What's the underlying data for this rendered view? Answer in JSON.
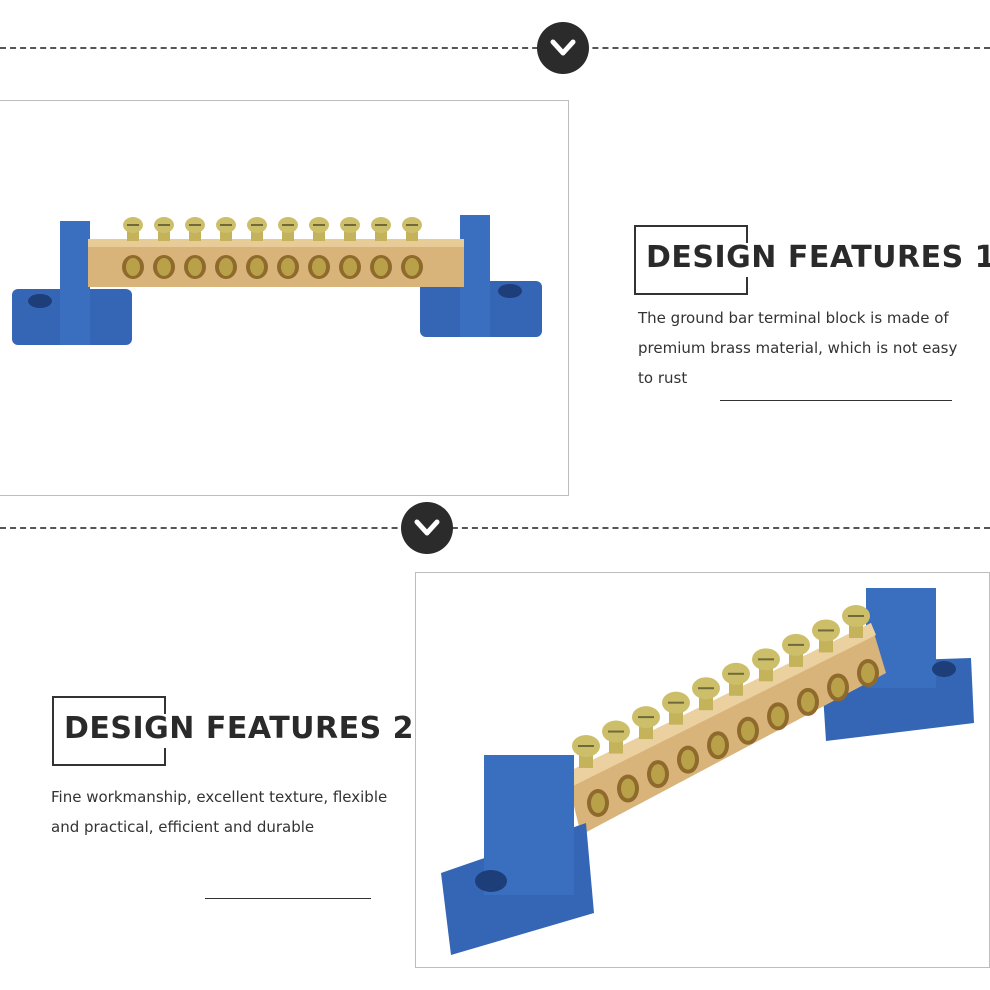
{
  "sections": [
    {
      "title": "DESIGN FEATURES 1",
      "description": "The ground bar terminal block is made of premium brass material, which is not easy to rust"
    },
    {
      "title": "DESIGN FEATURES 2",
      "description": "Fine workmanship, excellent texture, flexible and practical, efficient and durable"
    }
  ],
  "icons": {
    "divider_badge": "chevron-down-icon"
  },
  "colors": {
    "badge": "#2b2b2b",
    "insulator_blue": "#3466b5",
    "brass": "#d9b47a",
    "text": "#333333"
  }
}
